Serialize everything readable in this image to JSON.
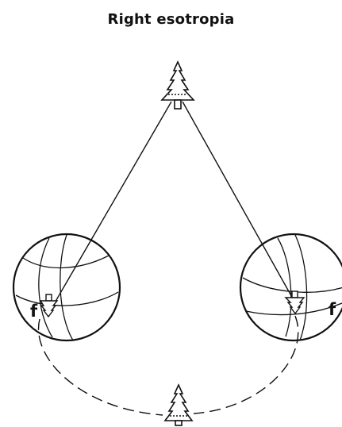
{
  "title": "Right esotropia",
  "labels": {
    "left_eye_fovea": "f",
    "right_eye_fovea": "f"
  },
  "colors": {
    "ink": "#111111",
    "background": "#ffffff"
  }
}
